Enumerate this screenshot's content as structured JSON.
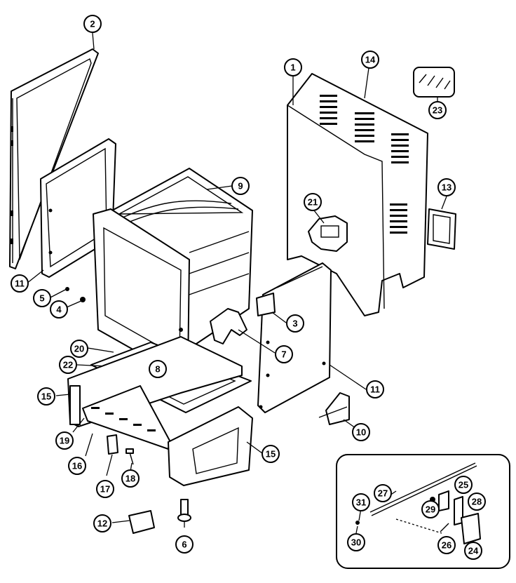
{
  "callouts": [
    {
      "id": "c2",
      "label": "2"
    },
    {
      "id": "c1",
      "label": "1"
    },
    {
      "id": "c14",
      "label": "14"
    },
    {
      "id": "c23",
      "label": "23"
    },
    {
      "id": "c9",
      "label": "9"
    },
    {
      "id": "c13",
      "label": "13"
    },
    {
      "id": "c21",
      "label": "21"
    },
    {
      "id": "c11a",
      "label": "11"
    },
    {
      "id": "c5",
      "label": "5"
    },
    {
      "id": "c4",
      "label": "4"
    },
    {
      "id": "c3",
      "label": "3"
    },
    {
      "id": "c7",
      "label": "7"
    },
    {
      "id": "c20",
      "label": "20"
    },
    {
      "id": "c22",
      "label": "22"
    },
    {
      "id": "c8",
      "label": "8"
    },
    {
      "id": "c11b",
      "label": "11"
    },
    {
      "id": "c15a",
      "label": "15"
    },
    {
      "id": "c19",
      "label": "19"
    },
    {
      "id": "c10",
      "label": "10"
    },
    {
      "id": "c16",
      "label": "16"
    },
    {
      "id": "c15b",
      "label": "15"
    },
    {
      "id": "c17",
      "label": "17"
    },
    {
      "id": "c18",
      "label": "18"
    },
    {
      "id": "c12",
      "label": "12"
    },
    {
      "id": "c6",
      "label": "6"
    },
    {
      "id": "c27",
      "label": "27"
    },
    {
      "id": "c25",
      "label": "25"
    },
    {
      "id": "c31",
      "label": "31"
    },
    {
      "id": "c29",
      "label": "29"
    },
    {
      "id": "c28",
      "label": "28"
    },
    {
      "id": "c30",
      "label": "30"
    },
    {
      "id": "c26",
      "label": "26"
    },
    {
      "id": "c24",
      "label": "24"
    }
  ]
}
